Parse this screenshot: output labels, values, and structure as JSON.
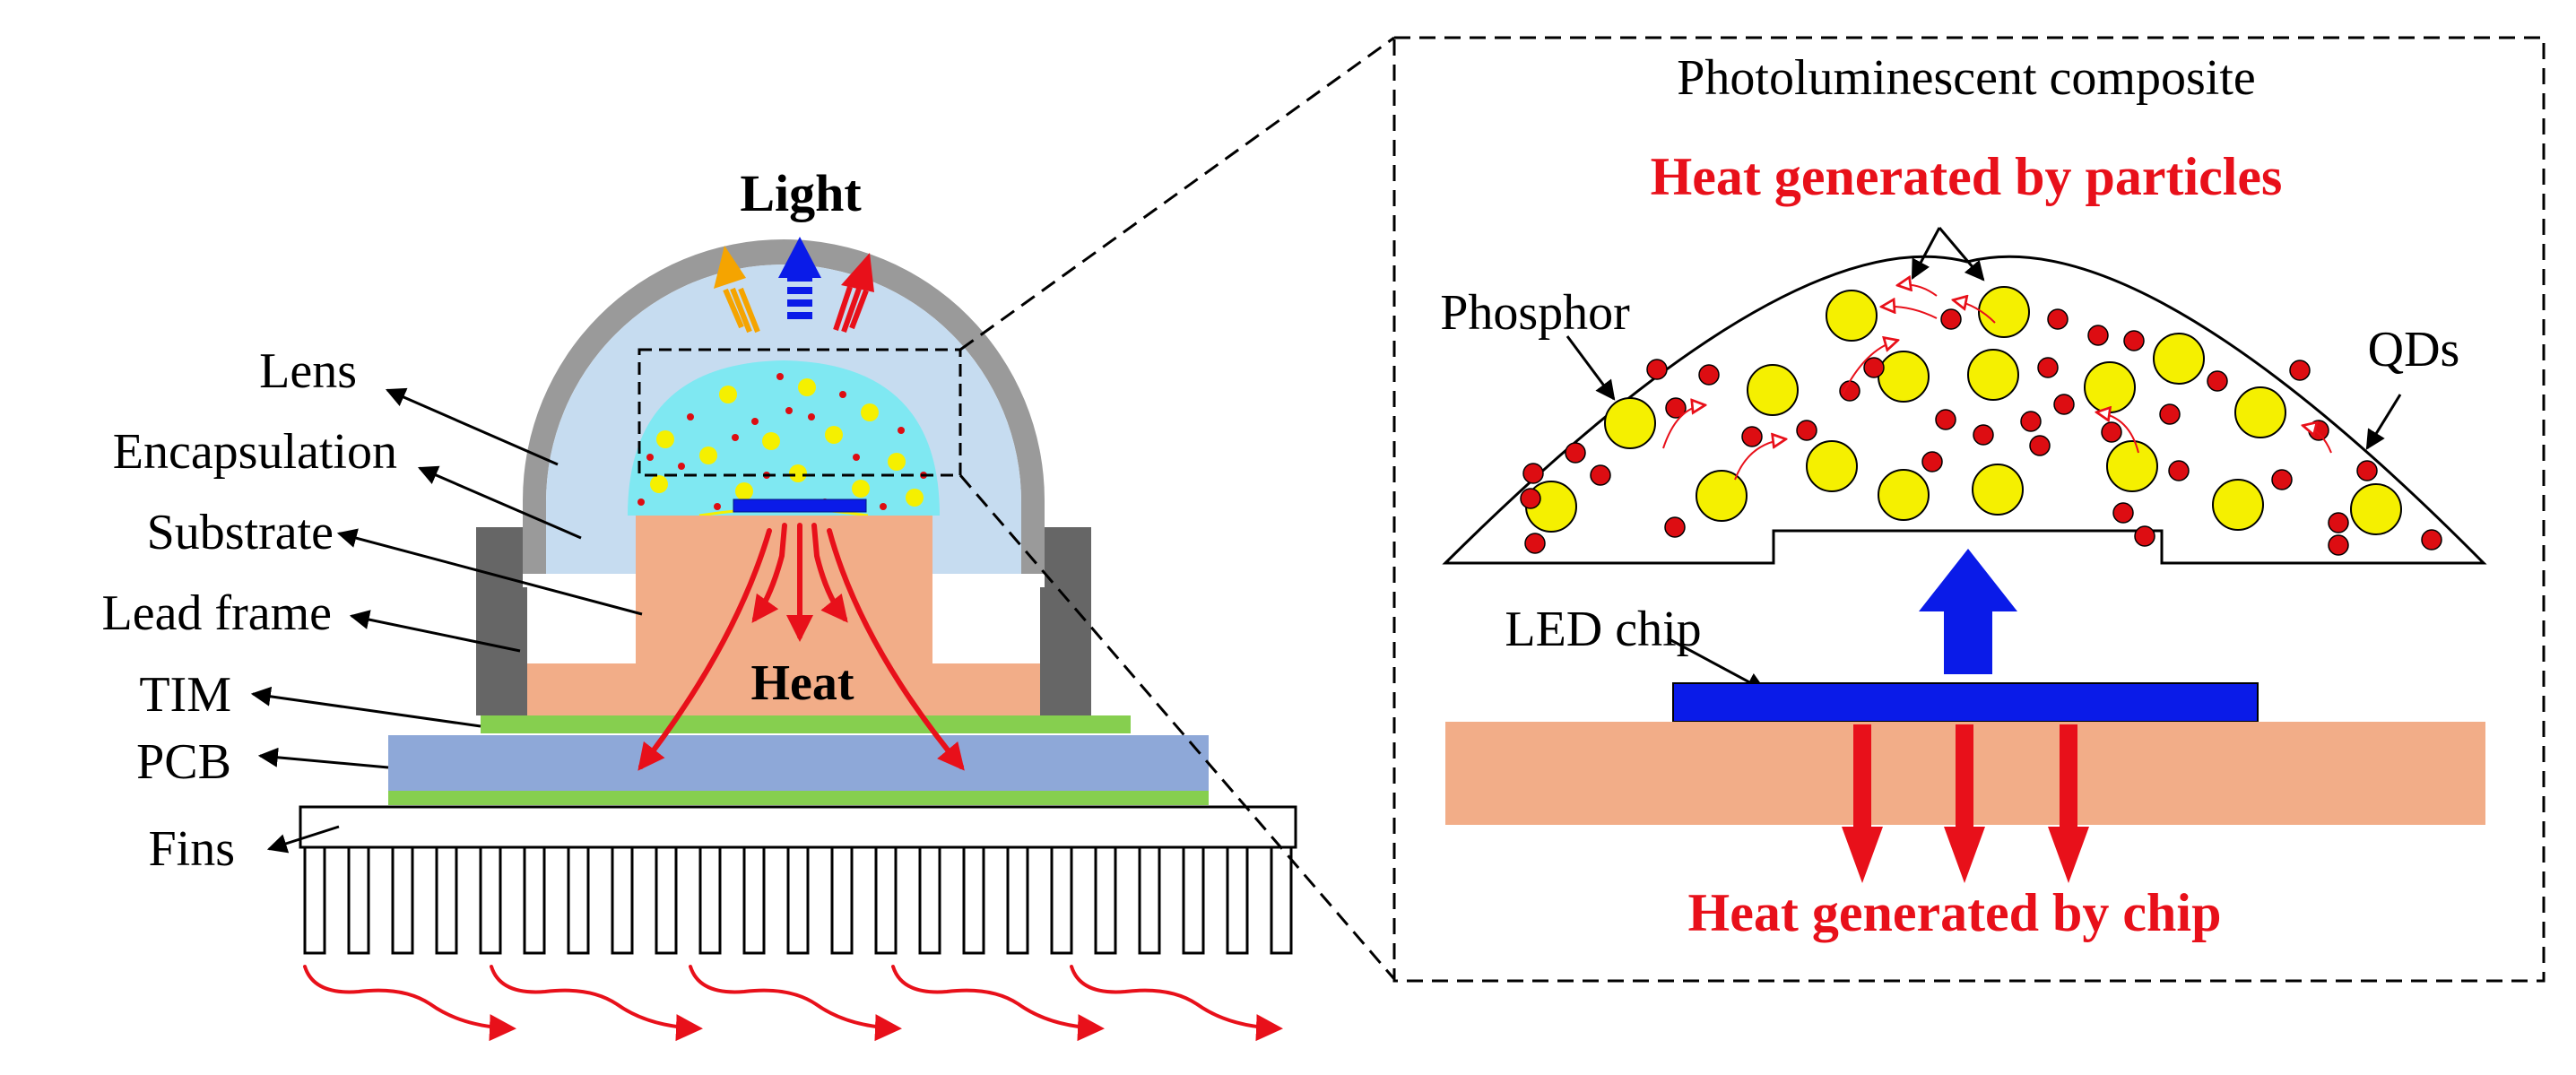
{
  "left": {
    "light_label": "Light",
    "heat_label": "Heat",
    "labels": {
      "lens": "Lens",
      "encapsulation": "Encapsulation",
      "substrate": "Substrate",
      "lead_frame": "Lead frame",
      "tim": "TIM",
      "pcb": "PCB",
      "fins": "Fins"
    }
  },
  "right": {
    "title": "Photoluminescent composite",
    "heat_particles": "Heat generated by particles",
    "phosphor": "Phosphor",
    "qds": "QDs",
    "led_chip": "LED chip",
    "heat_chip": "Heat generated by chip"
  },
  "colors": {
    "red_text": "#e8101a",
    "chip_blue": "#0a1be8",
    "substrate": "#f2ad88",
    "lead_frame": "#666666",
    "lens": "#9a9a9a",
    "encapsulation": "#c6dcf0",
    "composite": "#7fe8f2",
    "tim": "#86cf4f",
    "pcb": "#8ea8d8",
    "phosphor": "#f5f000",
    "qd": "#dd0d12"
  }
}
